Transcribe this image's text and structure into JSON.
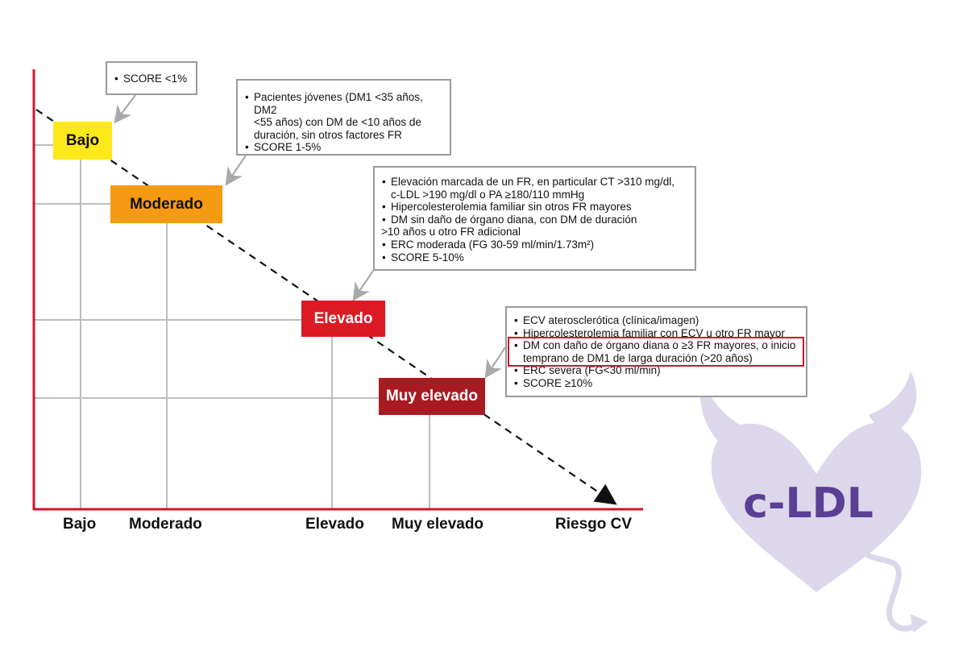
{
  "risk_levels": [
    {
      "label": "Bajo",
      "color": "#fde81b",
      "text_color": "#111111"
    },
    {
      "label": "Moderado",
      "color": "#f59a12",
      "text_color": "#111111"
    },
    {
      "label": "Elevado",
      "color": "#dc1a24",
      "text_color": "#ffffff"
    },
    {
      "label": "Muy elevado",
      "color": "#a91b22",
      "text_color": "#ffffff"
    }
  ],
  "x_axis": {
    "ticks": [
      "Bajo",
      "Moderado",
      "Elevado",
      "Muy elevado"
    ],
    "end_label": "Riesgo CV",
    "axis_color": "#d0142a"
  },
  "criteria_boxes": [
    {
      "level": "Bajo",
      "lines": [
        {
          "text": "SCORE <1%",
          "bullet": true
        }
      ]
    },
    {
      "level": "Moderado",
      "lines": [
        {
          "text": "Pacientes jóvenes (DM1 <35 años, DM2",
          "bullet": true
        },
        {
          "text": "<55 años) con DM de <10 años de",
          "bullet": false
        },
        {
          "text": "duración, sin otros factores FR",
          "bullet": false
        },
        {
          "text": "SCORE 1-5%",
          "bullet": true
        }
      ]
    },
    {
      "level": "Elevado",
      "lines": [
        {
          "text": "Elevación marcada de un FR, en particular CT >310 mg/dl,",
          "bullet": true
        },
        {
          "text": "c-LDL >190 mg/dl o PA ≥180/110 mmHg",
          "bullet": false
        },
        {
          "text": "Hipercolesterolemia familiar sin otros FR mayores",
          "bullet": true
        },
        {
          "text": "DM sin daño de órgano diana, con DM de duración",
          "bullet": true
        },
        {
          "text": ">10 años u otro FR adicional",
          "bullet": false
        },
        {
          "text": "ERC moderada (FG 30-59 ml/min/1.73m²)",
          "bullet": true
        },
        {
          "text": "SCORE 5-10%",
          "bullet": true
        }
      ]
    },
    {
      "level": "Muy elevado",
      "lines": [
        {
          "text": "ECV aterosclerótica (clínica/imagen)",
          "bullet": true
        },
        {
          "text": "Hipercolesterolemia familiar con ECV u otro FR mayor",
          "bullet": true
        },
        {
          "text": "DM con daño de órgano diana o ≥3 FR mayores, o inicio",
          "bullet": true
        },
        {
          "text": "temprano de DM1 de larga duración (>20 años)",
          "bullet": false
        },
        {
          "text": "ERC severa (FG<30 ml/min)",
          "bullet": true
        },
        {
          "text": "SCORE ≥10%",
          "bullet": true
        }
      ]
    }
  ],
  "highlight_color": "#d0142a",
  "logo": {
    "text": "c-LDL",
    "heart_color": "#dcd7ea",
    "text_color": "#5b3f95"
  }
}
